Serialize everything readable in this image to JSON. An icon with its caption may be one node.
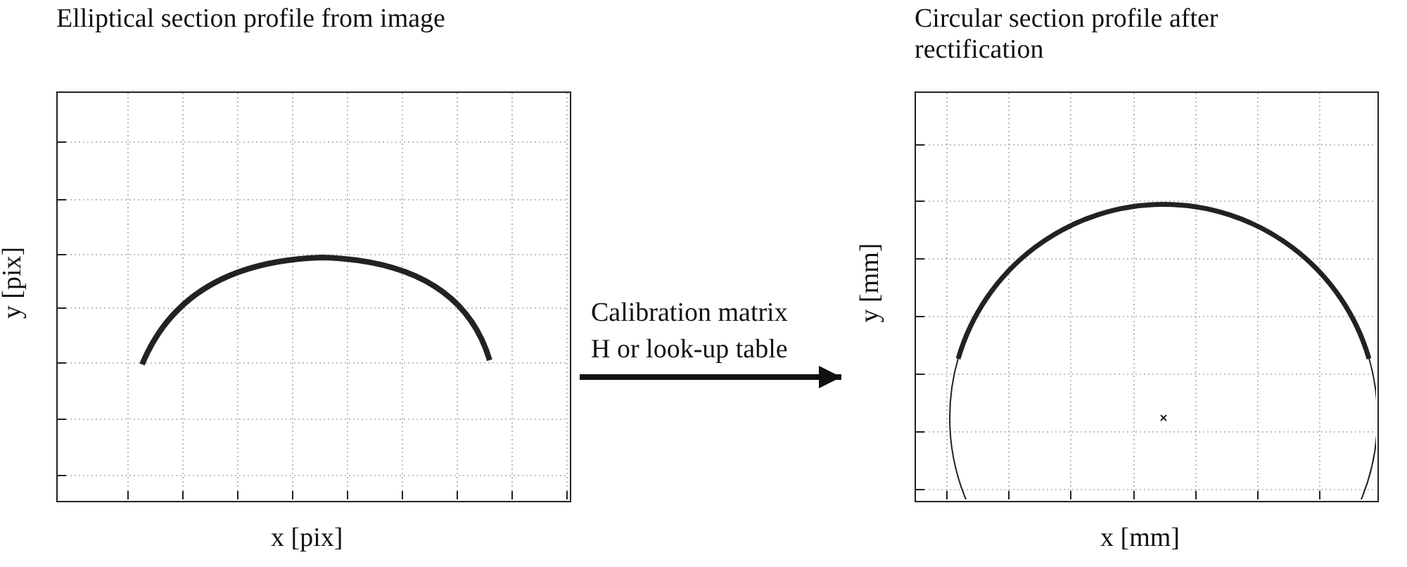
{
  "diagram": {
    "nodes": [
      {
        "text": [
          "Elliptical section profile from image"
        ],
        "beside": [
          "y [pix]",
          "x [pix]"
        ]
      },
      {
        "text": [
          "Circular section profile after rectification"
        ],
        "beside": [
          "y [mm]",
          "x [mm]"
        ]
      }
    ],
    "edges": [
      {
        "from": 0,
        "to": 1,
        "arrow": "to",
        "label": "Calibration matrix H or look-up table"
      }
    ]
  }
}
